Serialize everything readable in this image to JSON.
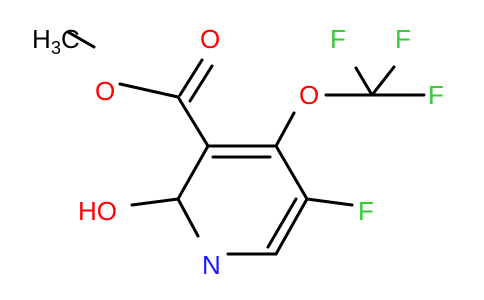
{
  "molecule": {
    "atom_labels": {
      "methyl": "CH3",
      "methyl_main": "H",
      "methyl_c": "C",
      "methyl_sub": "3",
      "ester_ether_o": "O",
      "carbonyl_o": "O",
      "ocf3_o": "O",
      "cf3_f1": "F",
      "cf3_f2": "F",
      "cf3_f3": "F",
      "hydroxyl": "HO",
      "ring_n": "N",
      "ring_f": "F"
    },
    "colors": {
      "carbon_bonds": "#000000",
      "nitrogen": "#1a1aff",
      "oxygen": "#ff0000",
      "fluorine": "#33cc33"
    }
  }
}
